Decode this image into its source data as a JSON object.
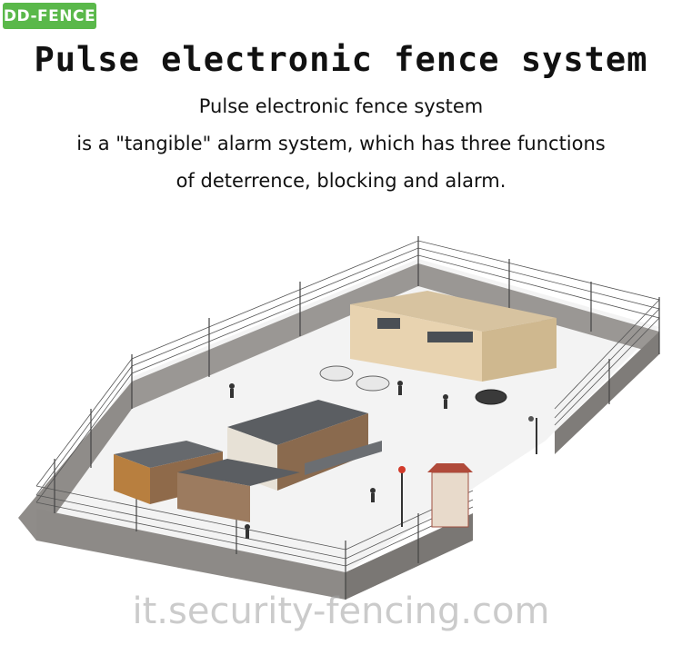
{
  "brand": {
    "label": "DD-FENCE"
  },
  "heading": "Pulse electronic fence system",
  "description": [
    "Pulse electronic fence system",
    "is a \"tangible\" alarm system, which has three functions",
    "of deterrence, blocking and alarm."
  ],
  "watermark": "it.security-fencing.com",
  "colors": {
    "brand_green": "#5ab84a",
    "wall": "#8d8a87",
    "ground": "#f4f4f4",
    "building": "#e8d3b0"
  }
}
